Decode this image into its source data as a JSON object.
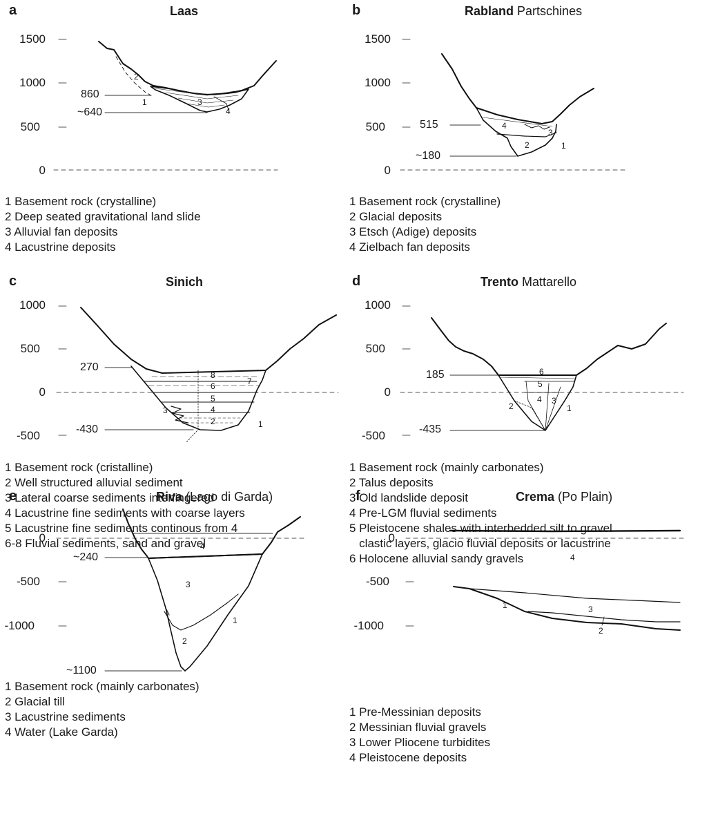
{
  "panels": [
    {
      "letter": "a",
      "title_bold": "Laas",
      "title_rest": "",
      "ticks": [
        "1500",
        "1000",
        "500",
        "0"
      ],
      "elevations": [
        "860",
        "~640"
      ],
      "units": [
        "1",
        "2",
        "3",
        "4"
      ],
      "legend": [
        "1 Basement rock (crystalline)",
        "2 Deep seated gravitational land slide",
        "3 Alluvial fan deposits",
        "4 Lacustrine deposits"
      ]
    },
    {
      "letter": "b",
      "title_bold": "Rabland",
      "title_rest": "Partschines",
      "ticks": [
        "1500",
        "1000",
        "500",
        "0"
      ],
      "elevations": [
        "515",
        "~180"
      ],
      "units": [
        "1",
        "2",
        "3",
        "4"
      ],
      "legend": [
        "1 Basement rock (crystalline)",
        "2 Glacial deposits",
        "3 Etsch (Adige) deposits",
        "4 Zielbach fan deposits"
      ]
    },
    {
      "letter": "c",
      "title_bold": "Sinich",
      "title_rest": "",
      "ticks": [
        "1000",
        "500",
        "0",
        "-500"
      ],
      "elevations": [
        "270",
        "-430"
      ],
      "units": [
        "1",
        "2",
        "3",
        "4",
        "5",
        "6",
        "7",
        "8"
      ],
      "legend": [
        "1 Basement rock (cristalline)",
        "2 Well structured alluvial sediment",
        "3 Lateral coarse sediments interfingered",
        "4 Lacustrine fine sediments with coarse layers",
        "5 Lacustrine fine sediments continous from 4",
        "6-8 Fluvial sediments, sand and gravel"
      ]
    },
    {
      "letter": "d",
      "title_bold": "Trento",
      "title_rest": "Mattarello",
      "ticks": [
        "1000",
        "500",
        "0",
        "-500"
      ],
      "elevations": [
        "185",
        "-435"
      ],
      "units": [
        "1",
        "2",
        "3",
        "4",
        "5",
        "6"
      ],
      "legend": [
        "1 Basement rock (mainly carbonates)",
        "2 Talus deposits",
        "3 Old landslide deposit",
        "4 Pre-LGM fluvial sediments",
        "5 Pleistocene shales with interbedded silt to gravel",
        "   clastic layers, glacio fluvial deposits or lacustrine",
        "6 Holocene alluvial sandy gravels"
      ]
    },
    {
      "letter": "e",
      "title_bold": "Riva",
      "title_rest": "(Lago di Garda)",
      "ticks": [
        "0",
        "-500",
        "-1000"
      ],
      "elevations": [
        "~240",
        "~1100"
      ],
      "units": [
        "1",
        "2",
        "3",
        "4"
      ],
      "legend": [
        "1 Basement rock (mainly carbonates)",
        "2 Glacial till",
        "3 Lacustrine sediments",
        "4 Water (Lake Garda)"
      ]
    },
    {
      "letter": "f",
      "title_bold": "Crema",
      "title_rest": "(Po Plain)",
      "ticks": [
        "0",
        "-500",
        "-1000"
      ],
      "elevations": [],
      "units": [
        "1",
        "2",
        "3",
        "4"
      ],
      "legend": [
        "1 Pre-Messinian deposits",
        "2 Messinian fluvial gravels",
        "3 Lower Pliocene turbidites",
        "4 Pleistocene deposits"
      ]
    }
  ]
}
